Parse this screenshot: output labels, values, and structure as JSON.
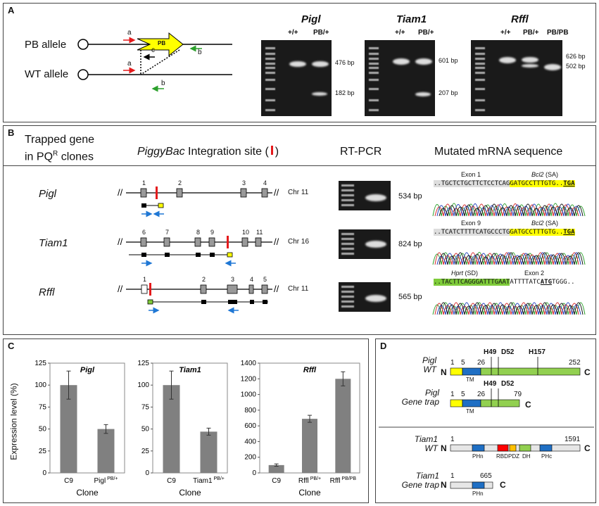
{
  "panel_a": {
    "label": "A",
    "pb_allele": "PB allele",
    "wt_allele": "WT allele",
    "pb_box": "PB",
    "primer_a1": "a",
    "primer_b1": "b",
    "primer_c": "c",
    "primer_a2": "a",
    "primer_b2": "b",
    "gels": [
      {
        "gene": "Pigl",
        "lanes": [
          "+/+",
          "PB/+"
        ],
        "sizes": [
          "476 bp",
          "182 bp"
        ]
      },
      {
        "gene": "Tiam1",
        "lanes": [
          "+/+",
          "PB/+"
        ],
        "sizes": [
          "601 bp",
          "207 bp"
        ]
      },
      {
        "gene": "Rffl",
        "lanes": [
          "+/+",
          "PB/+",
          "PB/PB"
        ],
        "sizes": [
          "626 bp",
          "502 bp"
        ]
      }
    ]
  },
  "panel_b": {
    "label": "B",
    "h_trapped_1": "Trapped gene",
    "h_trapped_2": "in PQ",
    "h_trapped_sup": "R",
    "h_trapped_3": " clones",
    "h_integration": "PiggyBac",
    "h_integration_rest": " Integration site (",
    "h_integration_end": ")",
    "h_rtpcr": "RT-PCR",
    "h_mrna": "Mutated mRNA sequence",
    "rows": [
      {
        "gene": "Pigl",
        "chr": "Chr 11",
        "exons": [
          "1",
          "2",
          "3",
          "4"
        ],
        "bp": "534 bp",
        "seq_left": "Exon 1",
        "seq_right_em": "Bcl2",
        "seq_right": " (SA)",
        "seq_grey": "..TGCTCTGCTTCTCCTCAG",
        "seq_yellow": "GATGCCTTTGTG..",
        "seq_stop": "TGA"
      },
      {
        "gene": "Tiam1",
        "chr": "Chr 16",
        "exons": [
          "6",
          "7",
          "8",
          "9",
          "10",
          "11"
        ],
        "bp": "824 bp",
        "seq_left": "Exon 9",
        "seq_right_em": "Bcl2",
        "seq_right": " (SA)",
        "seq_grey": "..TCATCTTTTCATGCCCTG",
        "seq_yellow": "GATGCCTTTGTG..",
        "seq_stop": "TGA"
      },
      {
        "gene": "Rffl",
        "chr": "Chr 11",
        "exons": [
          "1",
          "2",
          "3",
          "4",
          "5"
        ],
        "bp": "565 bp",
        "seq_left_em": "Hprt",
        "seq_left": " (SD)",
        "seq_right_plain": "Exon 2",
        "seq_green": "..TACTTCAGGGATTTGAAT",
        "seq_after": "ATTTTATC",
        "seq_atg": "ATG",
        "seq_tail": "TGGG.."
      }
    ]
  },
  "panel_c": {
    "label": "C",
    "ylabel": "Expression level (%)",
    "xlabel": "Clone",
    "chart_data": [
      {
        "type": "bar",
        "title": "Pigl",
        "categories": [
          "C9",
          "Pigl"
        ],
        "cat_sup": [
          "",
          "PB/+"
        ],
        "values": [
          100,
          50
        ],
        "errors": [
          16,
          5
        ],
        "ylim": [
          0,
          125
        ],
        "yticks": [
          0,
          25,
          50,
          75,
          100,
          125
        ]
      },
      {
        "type": "bar",
        "title": "Tiam1",
        "categories": [
          "C9",
          "Tiam1"
        ],
        "cat_sup": [
          "",
          "PB/+"
        ],
        "values": [
          100,
          47
        ],
        "errors": [
          16,
          4
        ],
        "ylim": [
          0,
          125
        ],
        "yticks": [
          0,
          25,
          50,
          75,
          100,
          125
        ]
      },
      {
        "type": "bar",
        "title": "Rffl",
        "categories": [
          "C9",
          "Rffl",
          "Rffl"
        ],
        "cat_sup": [
          "",
          "PB/+",
          "PB/PB"
        ],
        "values": [
          100,
          690,
          1200
        ],
        "errors": [
          15,
          45,
          90
        ],
        "ylim": [
          0,
          1400
        ],
        "yticks": [
          0,
          200,
          400,
          600,
          800,
          1000,
          1200,
          1400
        ]
      }
    ]
  },
  "panel_d": {
    "label": "D",
    "pigl_wt_1": "Pigl",
    "pigl_wt_2": "WT",
    "pigl_gt_1": "Pigl",
    "pigl_gt_2": "Gene trap",
    "tiam_wt_1": "Tiam1",
    "tiam_wt_2": "WT",
    "tiam_gt_1": "Tiam1",
    "tiam_gt_2": "Gene trap",
    "n": "N",
    "c": "C",
    "pigl_wt_nums": [
      "1",
      "5",
      "26",
      "252"
    ],
    "pigl_wt_sites": [
      "H49",
      "D52",
      "H157"
    ],
    "pigl_gt_nums": [
      "1",
      "5",
      "26",
      "79"
    ],
    "pigl_gt_sites": [
      "H49",
      "D52"
    ],
    "tm": "TM",
    "tiam_wt_nums": [
      "1",
      "1591"
    ],
    "tiam_domains": [
      "PHn",
      "RBD",
      "PDZ",
      "DH",
      "PHc"
    ],
    "tiam_gt_nums": [
      "1",
      "665"
    ],
    "tiam_gt_domain": "PHn",
    "colors": {
      "yellow": "#ffff00",
      "blue": "#1f6fc4",
      "green": "#92d050",
      "red": "#ff0000",
      "grey": "#e6e6e6",
      "gold": "#ffc000"
    }
  }
}
